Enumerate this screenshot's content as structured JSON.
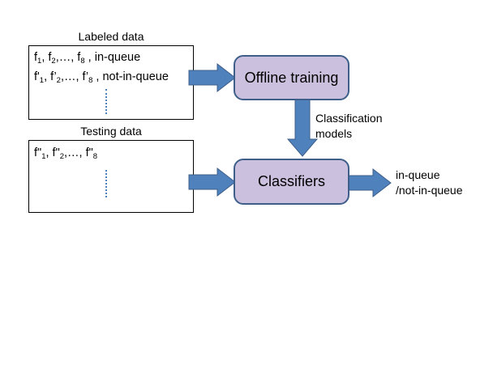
{
  "labeled": {
    "caption": "Labeled data",
    "line1": {
      "parts": [
        "f",
        "1",
        ", f",
        "2",
        ",…, f",
        "8",
        " , in-queue"
      ]
    },
    "line2": {
      "parts": [
        "f'",
        "1",
        ", f’",
        "2",
        ",…, f’",
        "8",
        " , not-in-queue"
      ]
    }
  },
  "testing": {
    "caption": "Testing data",
    "line1": {
      "parts": [
        "f\"",
        "1",
        ", f\"",
        "2",
        ",…, f\"",
        "8"
      ]
    }
  },
  "offline_training": {
    "label": "Offline training"
  },
  "classifiers": {
    "label": "Classifiers"
  },
  "classification_models": {
    "line1": "Classification",
    "line2": "models"
  },
  "output": {
    "line1": "in-queue",
    "line2": "/not-in-queue"
  },
  "colors": {
    "arrow": "#4f81bd",
    "arrow_border": "#3e5f8a",
    "box_fill": "#cbc0dd"
  }
}
